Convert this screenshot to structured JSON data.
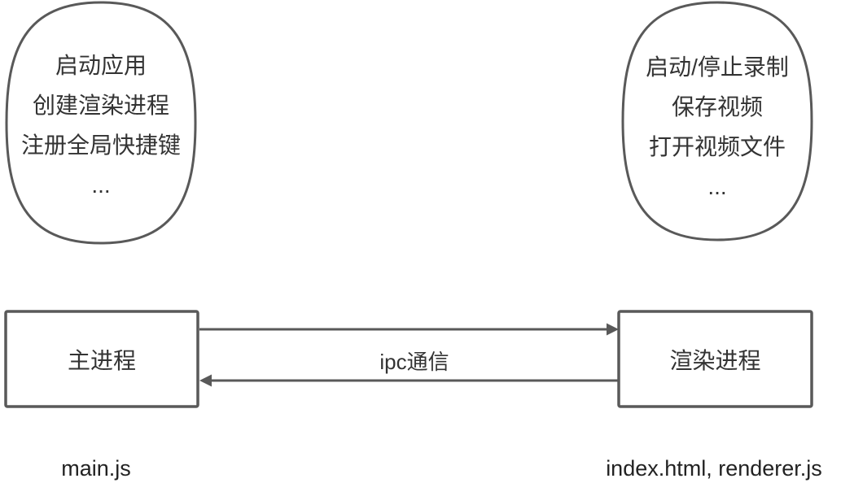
{
  "colors": {
    "stroke": "#595959",
    "text": "#333333",
    "label_text": "#222222",
    "background": "#ffffff"
  },
  "main_process": {
    "tasks": [
      "启动应用",
      "创建渲染进程",
      "注册全局快捷键",
      "..."
    ],
    "box_label": "主进程",
    "file_label": "main.js"
  },
  "renderer_process": {
    "tasks": [
      "启动/停止录制",
      "保存视频",
      "打开视频文件",
      "..."
    ],
    "box_label": "渲染进程",
    "file_label": "index.html, renderer.js"
  },
  "ipc": {
    "label": "ipc通信"
  }
}
